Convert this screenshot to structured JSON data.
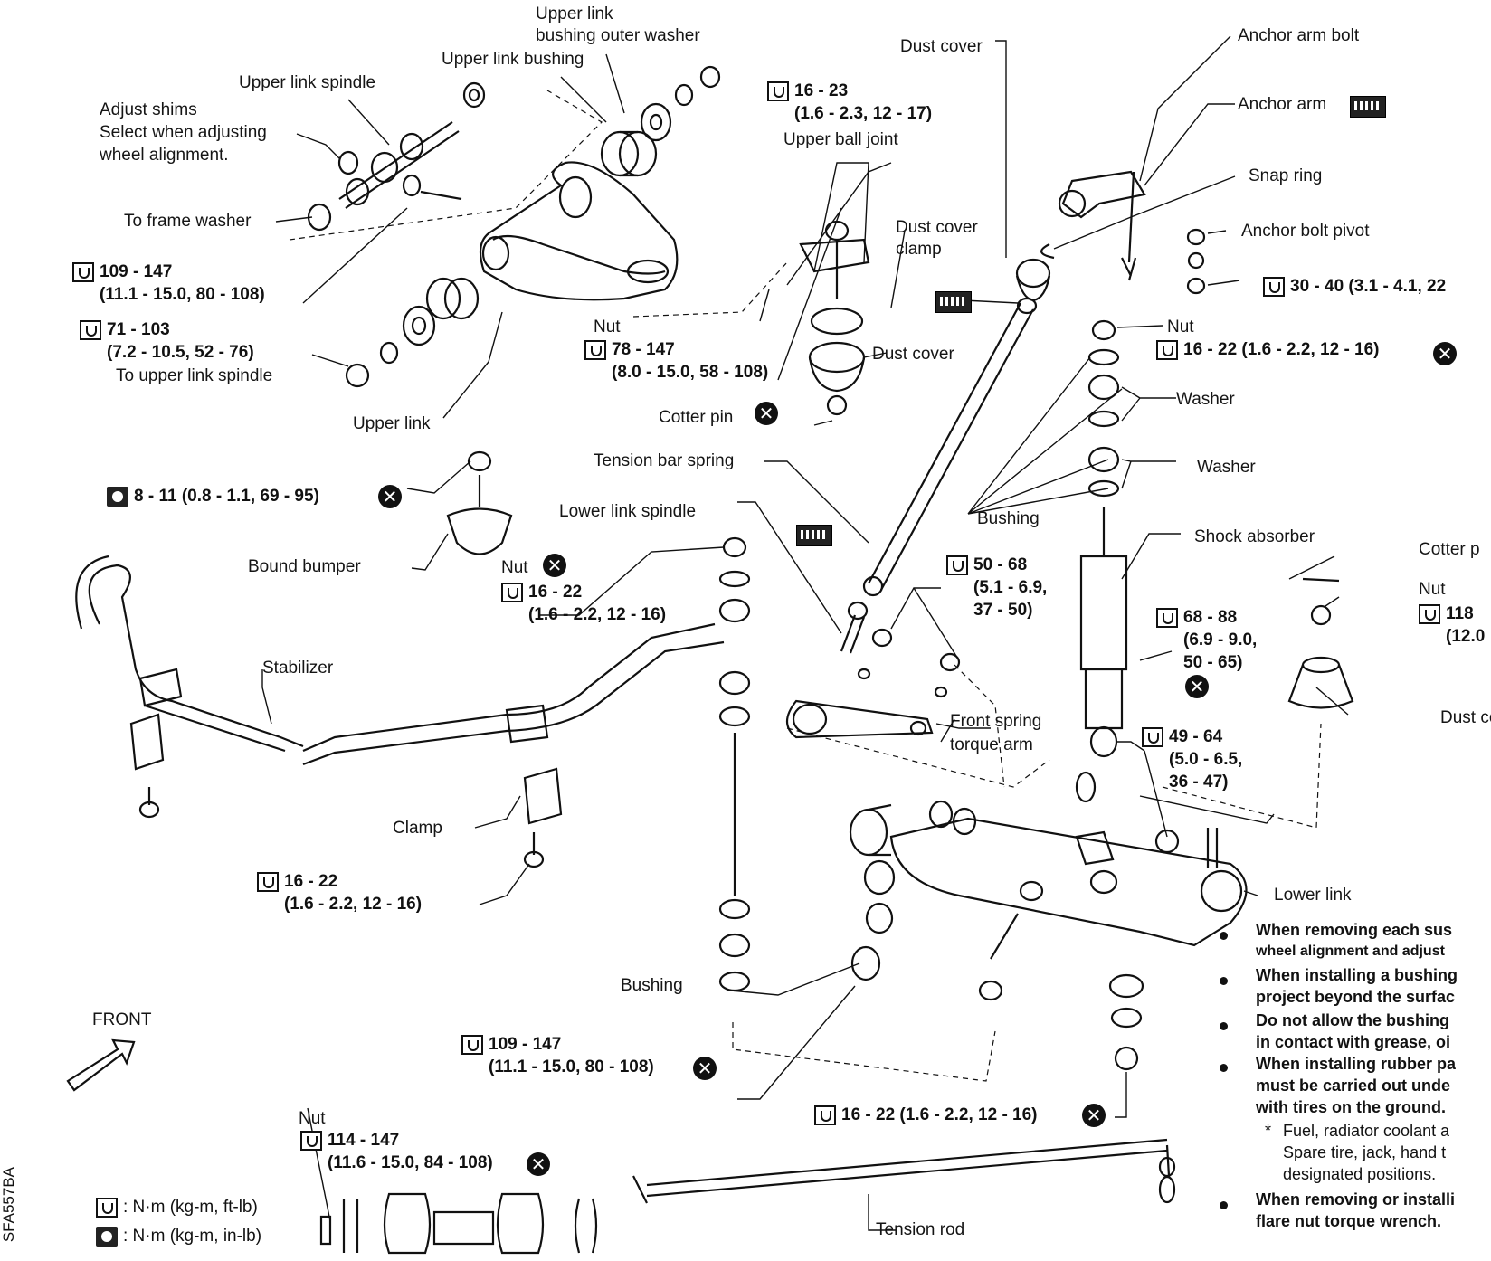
{
  "labels": {
    "upper_link_bushing_outer_washer_1": "Upper link",
    "upper_link_bushing_outer_washer_2": "bushing outer washer",
    "upper_link_bushing": "Upper link bushing",
    "upper_link_spindle": "Upper link spindle",
    "adjust_shims_1": "Adjust shims",
    "adjust_shims_2": "Select when adjusting",
    "adjust_shims_3": "wheel alignment.",
    "to_frame_washer": "To frame washer",
    "to_upper_link_spindle": "To upper link spindle",
    "upper_link": "Upper link",
    "dust_cover_top": "Dust cover",
    "upper_ball_joint": "Upper ball joint",
    "dust_cover_clamp_1": "Dust cover",
    "dust_cover_clamp_2": "clamp",
    "dust_cover_mid": "Dust cover",
    "nut_upper": "Nut",
    "cotter_pin": "Cotter pin",
    "anchor_arm_bolt": "Anchor arm bolt",
    "anchor_arm": "Anchor arm",
    "snap_ring": "Snap ring",
    "anchor_bolt_pivot": "Anchor bolt pivot",
    "nut_right": "Nut",
    "washer_1": "Washer",
    "washer_2": "Washer",
    "bushing_mid": "Bushing",
    "shock_absorber": "Shock absorber",
    "cotter_p": "Cotter p",
    "nut_far_right": "Nut",
    "dust_cov": "Dust cov",
    "tension_bar_spring": "Tension bar spring",
    "lower_link_spindle": "Lower link spindle",
    "bound_bumper": "Bound bumper",
    "nut_left": "Nut",
    "stabilizer": "Stabilizer",
    "front_spring_torque_arm_1": "Front spring",
    "front_spring_torque_arm_2": "torque arm",
    "clamp": "Clamp",
    "lower_link": "Lower link",
    "bushing_lower": "Bushing",
    "front": "FRONT",
    "nut_bottom": "Nut",
    "tension_rod": "Tension rod",
    "legend_nm": ": N·m (kg-m, ft-lb)",
    "legend_nm_in": ": N·m (kg-m, in-lb)",
    "side_code": "SFA557BA"
  },
  "torques": {
    "t16_23": [
      "16 - 23",
      "(1.6 - 2.3, 12 - 17)"
    ],
    "t109_147_a": [
      "109 - 147",
      "(11.1 - 15.0, 80 - 108)"
    ],
    "t71_103": [
      "71 - 103",
      "(7.2 - 10.5, 52 - 76)"
    ],
    "t78_147": [
      "78 - 147",
      "(8.0 - 15.0, 58 - 108)"
    ],
    "t30_40": [
      "30 - 40 (3.1 - 4.1, 22"
    ],
    "t16_22_nut_right": [
      "16 - 22 (1.6 - 2.2, 12 - 16)"
    ],
    "t8_11": [
      "8 - 11 (0.8 - 1.1, 69 - 95)"
    ],
    "t16_22_nut_left": [
      "16 - 22",
      "(1.6 - 2.2, 12 - 16)"
    ],
    "t50_68": [
      "50 - 68",
      "(5.1 - 6.9,",
      "37 - 50)"
    ],
    "t68_88": [
      "68 - 88",
      "(6.9 - 9.0,",
      "50 - 65)"
    ],
    "t118": [
      "118",
      "(12.0"
    ],
    "t49_64": [
      "49 - 64",
      "(5.0 - 6.5,",
      "36 - 47)"
    ],
    "t16_22_clamp": [
      "16 - 22",
      "(1.6 - 2.2, 12 - 16)"
    ],
    "t109_147_b": [
      "109 - 147",
      "(11.1 - 15.0, 80 - 108)"
    ],
    "t16_22_bottom": [
      "16 - 22 (1.6 - 2.2, 12 - 16)"
    ],
    "t114_147": [
      "114 - 147",
      "(11.6 - 15.0, 84 - 108)"
    ]
  },
  "notes": [
    [
      "When removing each sus",
      "wheel alignment and adjust"
    ],
    [
      "When installing a bushing",
      "project beyond the surfac"
    ],
    [
      "Do not allow the bushing",
      "in contact with grease, oi"
    ],
    [
      "When installing rubber pa",
      "must be carried out unde",
      "with tires on the ground."
    ],
    [
      "Fuel, radiator coolant a",
      "Spare tire, jack, hand t",
      "designated positions."
    ],
    [
      "When removing or installi",
      "flare nut torque wrench."
    ]
  ],
  "colors": {
    "ink": "#111111",
    "paper": "#ffffff"
  }
}
